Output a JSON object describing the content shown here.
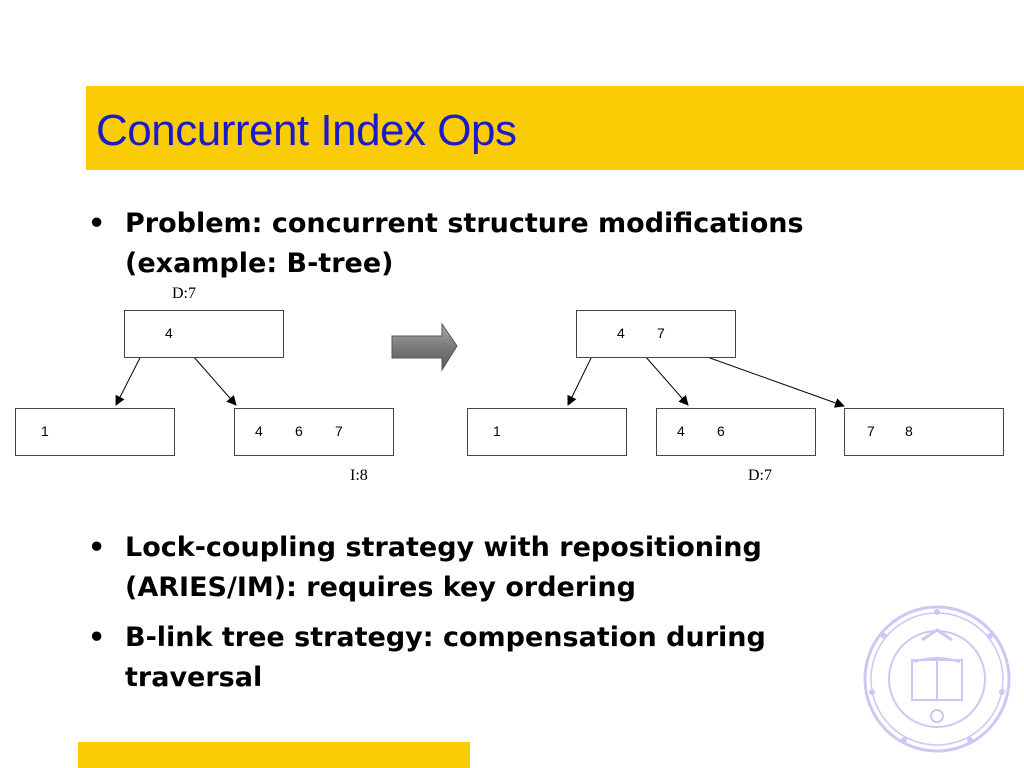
{
  "slide": {
    "title": "Concurrent Index Ops",
    "bullets": [
      {
        "symbol": "•",
        "text": "Problem: concurrent structure modifications (example: B-tree)"
      },
      {
        "symbol": "•",
        "text": "Lock-coupling strategy with repositioning (ARIES/IM): requires key ordering"
      },
      {
        "symbol": "•",
        "text": "B-link tree strategy: compensation during traversal"
      }
    ]
  },
  "diagram": {
    "before": {
      "op_label": "D:7",
      "root_keys": [
        "4"
      ],
      "left_leaf_keys": [
        "1"
      ],
      "right_leaf_keys": [
        "4",
        "6",
        "7"
      ],
      "insert_label": "I:8"
    },
    "after": {
      "root_keys": [
        "4",
        "7"
      ],
      "leaf1_keys": [
        "1"
      ],
      "leaf2_keys": [
        "4",
        "6"
      ],
      "leaf3_keys": [
        "7",
        "8"
      ],
      "op_label": "D:7"
    },
    "arrow_icon": "right-arrow-icon"
  },
  "colors": {
    "title_bar": "#f9cc06",
    "title_text": "#1b1bc9",
    "seal": "#c9c9f3"
  }
}
